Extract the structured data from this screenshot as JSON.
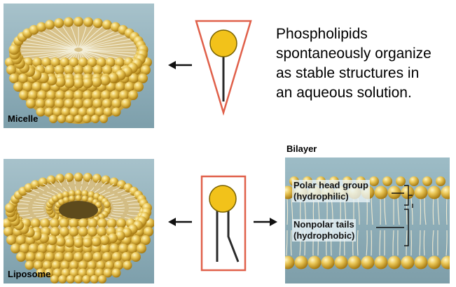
{
  "intro": {
    "lines": [
      "Phospholipids",
      "spontaneously organize",
      "as stable structures in",
      "an aqueous solution."
    ]
  },
  "micelle": {
    "label": "Micelle"
  },
  "liposome": {
    "label": "Liposome"
  },
  "bilayer": {
    "title": "Bilayer",
    "head_label": [
      "Polar head group",
      "(hydrophilic)"
    ],
    "tail_label": [
      "Nonpolar tails",
      "(hydrophobic)"
    ]
  },
  "colors": {
    "outline": "#e0604a",
    "head": "#f2c21a",
    "panel_bg": "#8eafba",
    "sphere": "#e8c453",
    "sphere_dark": "#b88a1a",
    "interior": "#d6bf86"
  }
}
